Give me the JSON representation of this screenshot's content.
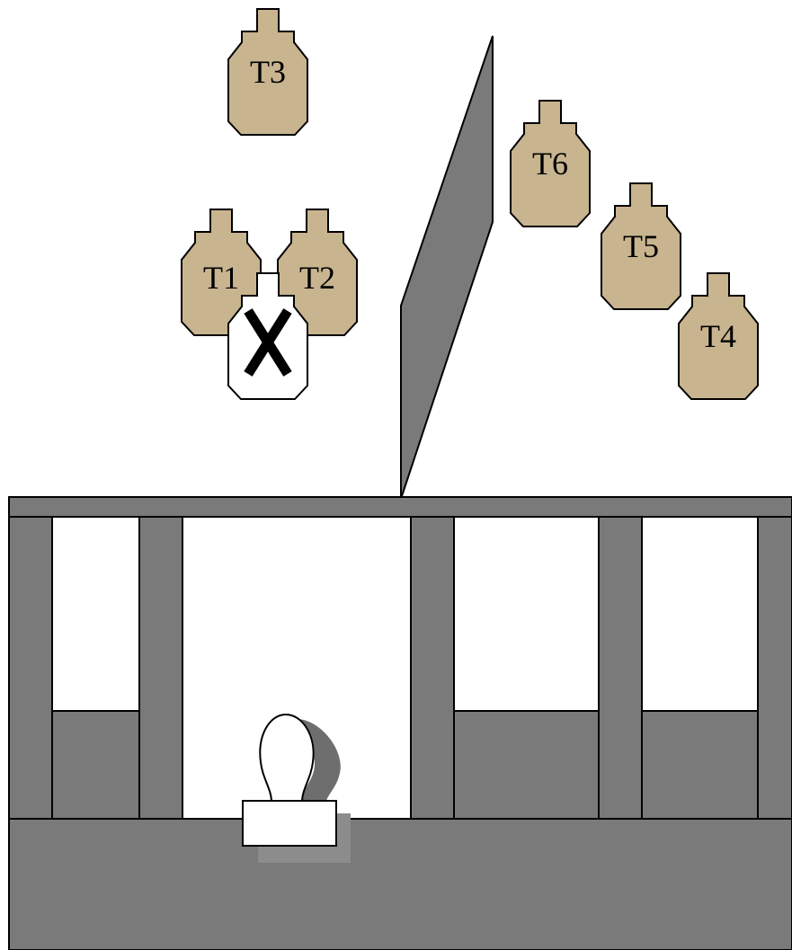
{
  "colors": {
    "target_fill": "#c8b48f",
    "no_shoot_fill": "#ffffff",
    "wall_gray": "#7a7a7a",
    "outline": "#000000"
  },
  "targets": [
    {
      "id": "T1",
      "label": "T1"
    },
    {
      "id": "T2",
      "label": "T2"
    },
    {
      "id": "T3",
      "label": "T3"
    },
    {
      "id": "T4",
      "label": "T4"
    },
    {
      "id": "T5",
      "label": "T5"
    },
    {
      "id": "T6",
      "label": "T6"
    }
  ],
  "no_shoot": {
    "mark": "X"
  }
}
